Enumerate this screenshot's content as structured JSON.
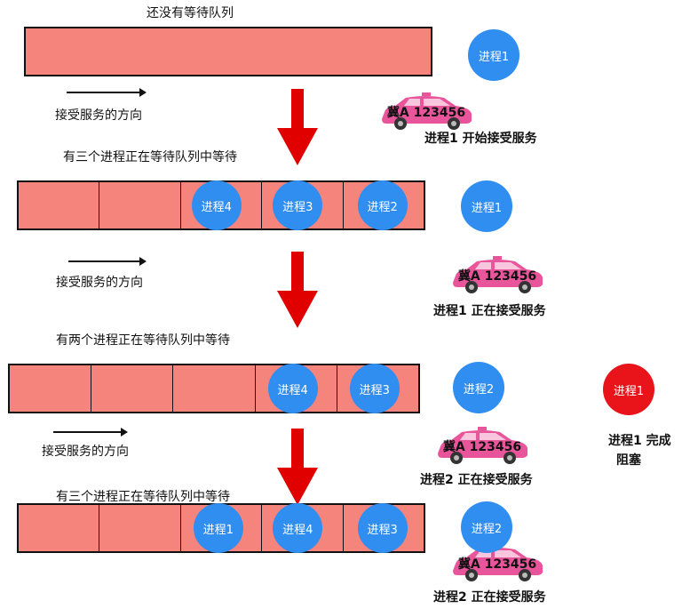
{
  "colors": {
    "queue": "#f5847c",
    "process_blue": "#2f8ef0",
    "process_blocked": "#e8141a",
    "car": "#e8559a",
    "arrow": "#e00000"
  },
  "stage1": {
    "title": "还没有等待队列",
    "running_process": "进程1",
    "direction_label": "接受服务的方向",
    "plate": "冀A 123456",
    "caption": "进程1 开始接受服务"
  },
  "stage2": {
    "title": "有三个进程正在等待队列中等待",
    "queue": [
      "",
      "",
      "进程4",
      "进程3",
      "进程2"
    ],
    "running_process": "进程1",
    "direction_label": "接受服务的方向",
    "plate": "冀A 123456",
    "caption": "进程1 正在接受服务"
  },
  "stage3": {
    "title": "有两个进程正在等待队列中等待",
    "queue": [
      "",
      "",
      "",
      "进程4",
      "进程3"
    ],
    "running_process": "进程2",
    "blocked_process": "进程1",
    "blocked_caption_line1": "进程1 完成",
    "blocked_caption_line2": "阻塞",
    "direction_label": "接受服务的方向",
    "plate": "冀A 123456",
    "caption": "进程2 正在接受服务"
  },
  "stage4": {
    "title": "有三个进程正在等待队列中等待",
    "queue": [
      "",
      "",
      "进程1",
      "进程4",
      "进程3"
    ],
    "running_process": "进程2",
    "plate": "冀A 123456",
    "caption": "进程2 正在接受服务"
  }
}
